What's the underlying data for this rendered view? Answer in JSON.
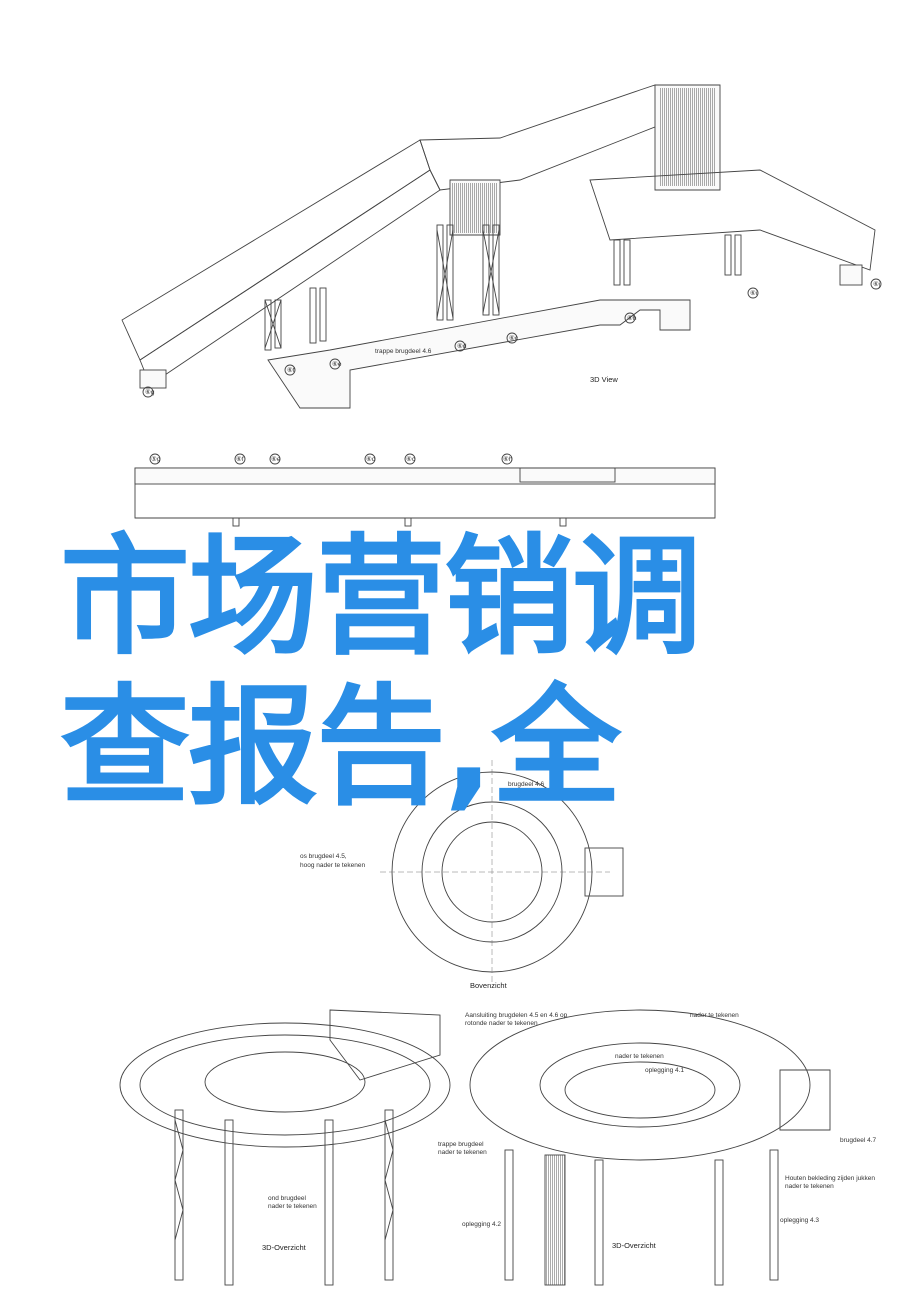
{
  "overlay": {
    "line1": "市场营销调",
    "line2": "查报告,全"
  },
  "view_3d": {
    "caption": "3D View",
    "note": "trappe brugdeel 4.6"
  },
  "elevation": {
    "grid_marks": [
      "⑤g",
      "⑥f",
      "⑥e",
      "⑥d",
      "⑥c",
      "⑥h"
    ]
  },
  "pillar_marks": [
    "⑥g",
    "⑥f",
    "⑥e",
    "⑥d",
    "⑥c",
    "⑥h",
    "⑥i",
    "⑥j"
  ],
  "plan": {
    "caption": "Bovenzicht",
    "label_top_line1": "brugdeel 4.6",
    "label_top_line2": "hoog nader te tekenen",
    "label_left_line1": "os brugdeel 4.5,",
    "label_left_line2": "hoog nader te tekenen"
  },
  "overzicht_left": {
    "caption": "3D-Overzicht",
    "label_a_line1": "trappe brugdeel",
    "label_a_line2": "nader te tekenen",
    "label_b_line1": "ond brugdeel",
    "label_b_line2": "nader te tekenen"
  },
  "overzicht_right": {
    "caption": "3D-Overzicht",
    "header_line1": "Aansluiting brugdelen 4.5 en 4.6 op",
    "header_line2": "rotonde nader te tekenen",
    "label_oplegging_a": "oplegging 4.1",
    "label_oplegging_b": "oplegging 4.2",
    "label_oplegging_c": "oplegging 4.3",
    "label_brugdeel": "brugdeel 4.7",
    "label_hoge_line1": "Houten bekleding zijden jukken",
    "label_hoge_line2": "nader te tekenen",
    "label_nader_a": "nader te tekenen",
    "label_nader_b": "nader te tekenen"
  },
  "colors": {
    "overlay_text": "#2a8ee6",
    "line": "#444444",
    "background": "#ffffff"
  }
}
